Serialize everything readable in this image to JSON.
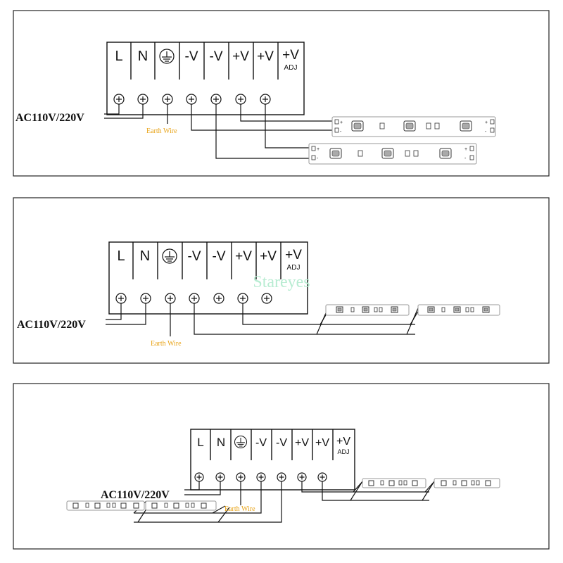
{
  "terminals": [
    "L",
    "N",
    "",
    "-V",
    "-V",
    "+V",
    "+V",
    "+V"
  ],
  "adjust_label": "ADJ",
  "ground_icon": "earth-ground-icon",
  "input_label": "AC110V/220V",
  "earth_label": "Earth Wire",
  "watermark": "Stareyes",
  "strip_pad_plus": "+",
  "strip_pad_minus": "-",
  "colors": {
    "earth_label": "#e8a317",
    "watermark": "#b8ecd2",
    "line": "#111111"
  }
}
